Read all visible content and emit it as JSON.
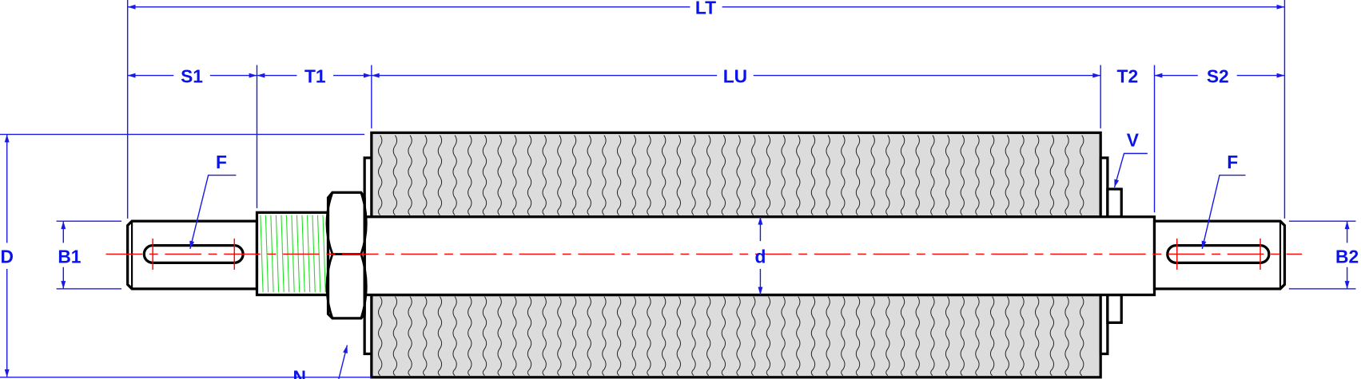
{
  "labels": {
    "overall_length": "LT",
    "shaft_end_left": "S1",
    "thread_left": "T1",
    "useful_length": "LU",
    "thread_right": "T2",
    "shaft_end_right": "S2",
    "outer_diameter": "D",
    "shaft_end_diameter_left": "B1",
    "shaft_end_diameter_right": "B2",
    "shaft_diameter": "d",
    "keyway_left": "F",
    "keyway_right": "F",
    "nut": "N",
    "bushing": "V"
  },
  "colors": {
    "dimension": "#1a1ae6",
    "centerline": "#ff0000",
    "thread": "#22dd22",
    "roller_fill": "#dcdcdc"
  }
}
